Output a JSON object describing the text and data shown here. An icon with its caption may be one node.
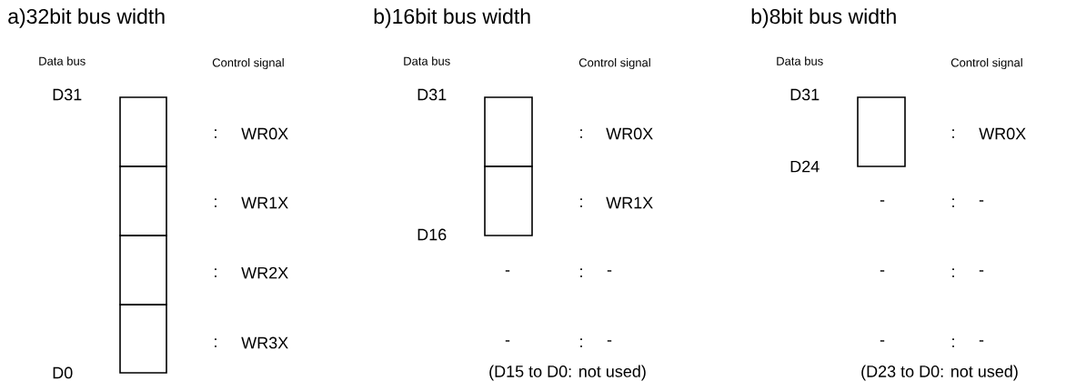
{
  "diagram": {
    "nodes": [
      {
        "text": [],
        "shape": "box"
      },
      {
        "text": [],
        "shape": "box"
      },
      {
        "text": [],
        "shape": "box"
      },
      {
        "text": [],
        "shape": "box"
      },
      {
        "text": [],
        "shape": "box"
      },
      {
        "text": [],
        "shape": "box"
      },
      {
        "text": [],
        "shape": "box"
      }
    ],
    "labels": [
      "a)32bit bus width",
      "Data bus",
      "Control signal",
      "D31",
      ":",
      "WR0X",
      ":",
      "WR1X",
      ":",
      "WR2X",
      ":",
      "WR3X",
      "D0",
      "b)16bit bus width",
      "Data bus",
      "Control signal",
      "D31",
      ":",
      "WR0X",
      ":",
      "WR1X",
      "D16",
      "-",
      ":",
      "-",
      "-",
      ":",
      "-",
      "(D15 to D0: not used)",
      "b)8bit bus width",
      "Data bus",
      "Control signal",
      "D31",
      ":",
      "WR0X",
      "D24",
      "-",
      ":",
      "-",
      "-",
      ":",
      "-",
      "-",
      ":",
      "-",
      "(D23 to D0: not used)"
    ]
  }
}
